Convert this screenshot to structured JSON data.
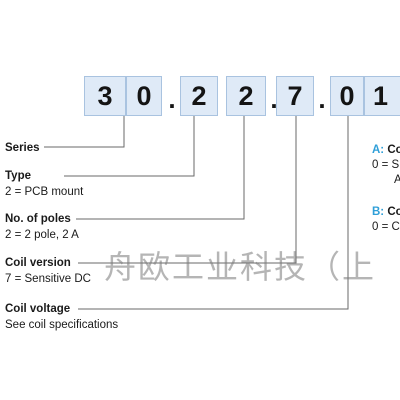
{
  "code": {
    "digits": [
      "3",
      "0",
      "2",
      "2",
      "7",
      "0",
      "1"
    ],
    "separator": "."
  },
  "labels": [
    {
      "title": "Series",
      "sub": ""
    },
    {
      "title": "Type",
      "sub": "2 = PCB mount"
    },
    {
      "title": "No. of poles",
      "sub": "2 = 2 pole, 2 A"
    },
    {
      "title": "Coil version",
      "sub": "7 = Sensitive DC"
    },
    {
      "title": "Coil voltage",
      "sub": "See coil specifications"
    }
  ],
  "side_notes": [
    {
      "letter": "A:",
      "head": "Co",
      "lines": [
        "0 = S",
        "A"
      ]
    },
    {
      "letter": "B:",
      "head": "Co",
      "lines": [
        "0 = C"
      ]
    }
  ],
  "watermark": "舟欧工业科技（上",
  "colors": {
    "box_fill": "#dfeaf7",
    "box_border": "#a9c3e0",
    "accent": "#2f9fd8",
    "leader": "#6a6a6a"
  }
}
